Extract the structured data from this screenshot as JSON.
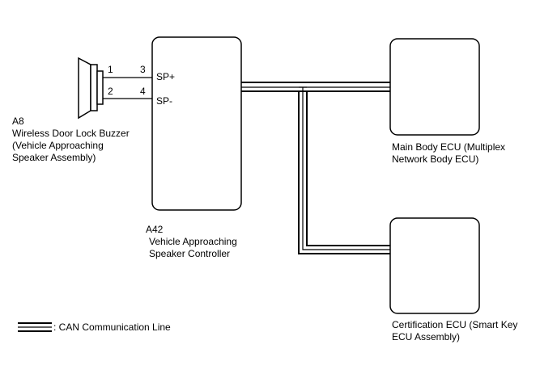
{
  "buzzer": {
    "code": "A8",
    "name_lines": [
      "Wireless Door Lock Buzzer",
      "(Vehicle Approaching",
      "Speaker Assembly)"
    ],
    "pins": [
      "1",
      "2"
    ]
  },
  "controller": {
    "code": "A42",
    "name_lines": [
      "Vehicle Approaching",
      "Speaker Controller"
    ],
    "pins": [
      "3",
      "4"
    ],
    "terminals": [
      "SP+",
      "SP-"
    ]
  },
  "main_body_ecu": {
    "name_lines": [
      "Main Body ECU (Multiplex",
      "Network Body ECU)"
    ]
  },
  "certification_ecu": {
    "name_lines": [
      "Certification ECU (Smart Key",
      "ECU Assembly)"
    ]
  },
  "legend": {
    "label": ": CAN Communication Line"
  },
  "colors": {
    "line": "#000000",
    "background": "#ffffff"
  }
}
